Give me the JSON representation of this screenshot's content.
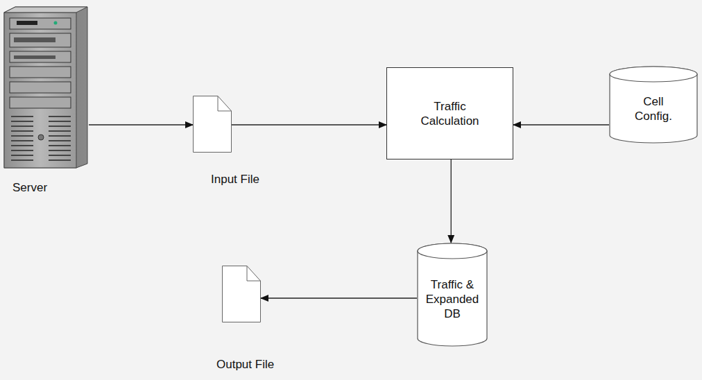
{
  "diagram": {
    "nodes": [
      {
        "text": [
          "Server"
        ]
      },
      {
        "text": [
          "Input File"
        ]
      },
      {
        "text": [
          "Traffic Calculation"
        ]
      },
      {
        "text": [
          "Cell Config."
        ]
      },
      {
        "text": [
          "Traffic & Expanded DB"
        ]
      },
      {
        "text": [
          "Output File"
        ]
      }
    ],
    "edges": [
      {
        "from": 0,
        "to": 1,
        "arrow": "to"
      },
      {
        "from": 1,
        "to": 2,
        "arrow": "to"
      },
      {
        "from": 3,
        "to": 2,
        "arrow": "to"
      },
      {
        "from": 2,
        "to": 4,
        "arrow": "to"
      },
      {
        "from": 4,
        "to": 5,
        "arrow": "to"
      }
    ]
  }
}
